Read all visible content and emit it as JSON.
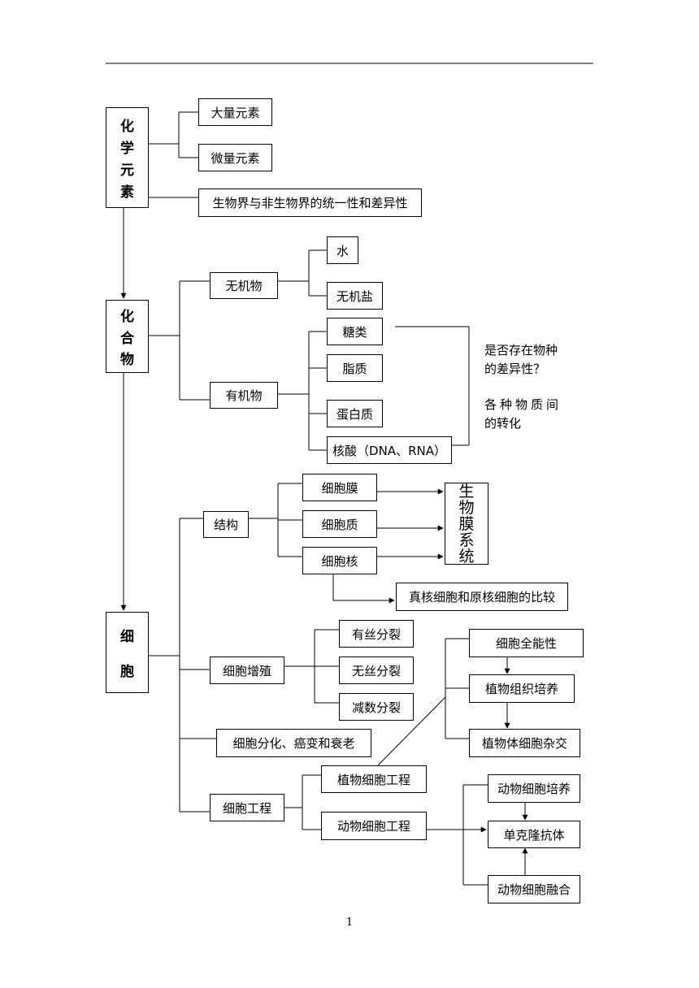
{
  "header_rule": true,
  "sections": {
    "chem_elements": [
      "化",
      "学",
      "元",
      "素"
    ],
    "compounds": [
      "化",
      "合",
      "物"
    ],
    "cell": [
      "细",
      "胞"
    ]
  },
  "elements": {
    "macro": "大量元素",
    "micro": "微量元素",
    "unity": "生物界与非生物界的统一性和差异性"
  },
  "compounds": {
    "inorganic": "无机物",
    "water": "水",
    "salt": "无机盐",
    "organic": "有机物",
    "sugar": "糖类",
    "lipid": "脂质",
    "protein": "蛋白质",
    "nucleic": "核酸（DNA、RNA）",
    "q1_line1": "是否存在物种",
    "q1_line2": "的差异性？",
    "q2_line1": "各种物质间",
    "q2_line2": "的转化"
  },
  "cell": {
    "structure": "结构",
    "membrane": "细胞膜",
    "cytoplasm": "细胞质",
    "nucleus": "细胞核",
    "biomembrane": [
      "生",
      "物",
      "膜",
      "系",
      "统"
    ],
    "compare": "真核细胞和原核细胞的比较",
    "proliferation": "细胞增殖",
    "mitosis": "有丝分裂",
    "amitosis": "无丝分裂",
    "meiosis": "减数分裂",
    "differentiation": "细胞分化、癌变和衰老",
    "engineering": "细胞工程",
    "plant_eng": "植物细胞工程",
    "animal_eng": "动物细胞工程",
    "totipotency": "细胞全能性",
    "tissue_culture": "植物组织培养",
    "somatic_hybrid": "植物体细胞杂交",
    "animal_culture": "动物细胞培养",
    "monoclonal": "单克隆抗体",
    "animal_fusion": "动物细胞融合"
  },
  "page_number": "1"
}
